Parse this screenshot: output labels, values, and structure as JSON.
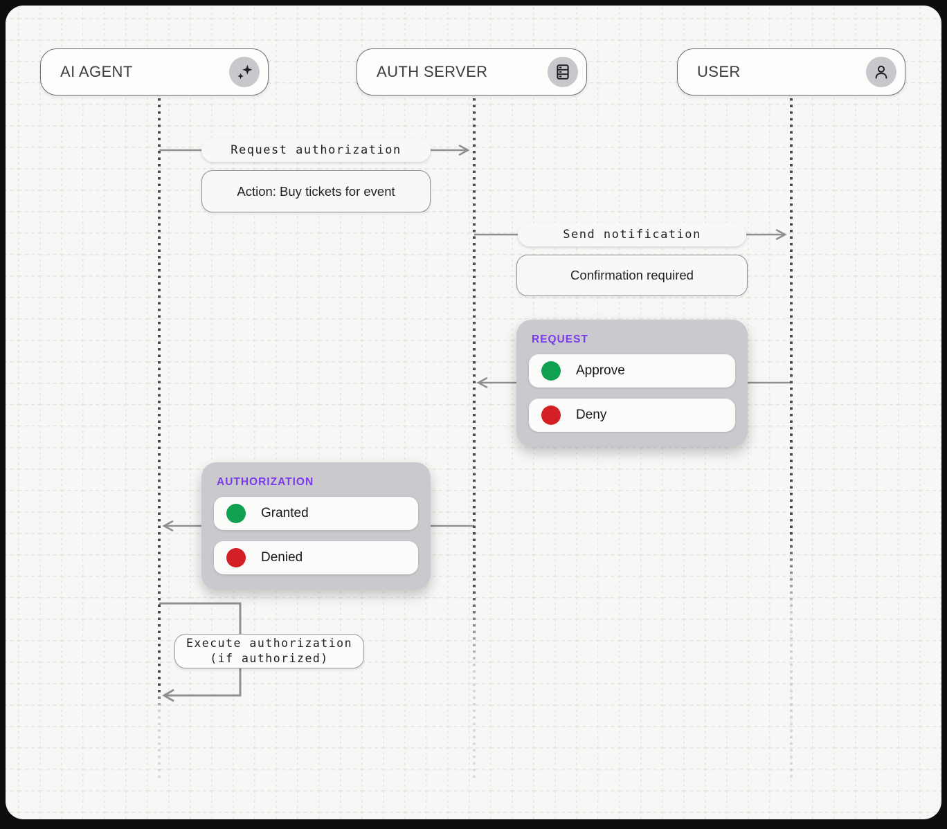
{
  "actors": [
    {
      "label": "AI AGENT",
      "icon": "sparkles-icon"
    },
    {
      "label": "AUTH SERVER",
      "icon": "server-icon"
    },
    {
      "label": "USER",
      "icon": "user-icon"
    }
  ],
  "messages": [
    {
      "label": "Request authorization",
      "note": "Action: Buy tickets for event",
      "from": "AI AGENT",
      "to": "AUTH SERVER"
    },
    {
      "label": "Send notification",
      "note": "Confirmation required",
      "from": "AUTH SERVER",
      "to": "USER"
    }
  ],
  "panels": [
    {
      "title": "REQUEST",
      "options": [
        {
          "label": "Approve",
          "color": "#0fa052"
        },
        {
          "label": "Deny",
          "color": "#d41f27"
        }
      ],
      "from": "USER",
      "to": "AUTH SERVER"
    },
    {
      "title": "AUTHORIZATION",
      "options": [
        {
          "label": "Granted",
          "color": "#0fa052"
        },
        {
          "label": "Denied",
          "color": "#d41f27"
        }
      ],
      "from": "AUTH SERVER",
      "to": "AI AGENT"
    }
  ],
  "self_message": {
    "line1": "Execute authorization",
    "line2": "(if authorized)",
    "on": "AI AGENT"
  },
  "colors": {
    "accent_purple": "#7c3aed",
    "green": "#0fa052",
    "red": "#d41f27",
    "panel_gray": "#cacace",
    "arrow_gray": "#8f8f8f",
    "canvas_bg": "#f7f7f5"
  }
}
